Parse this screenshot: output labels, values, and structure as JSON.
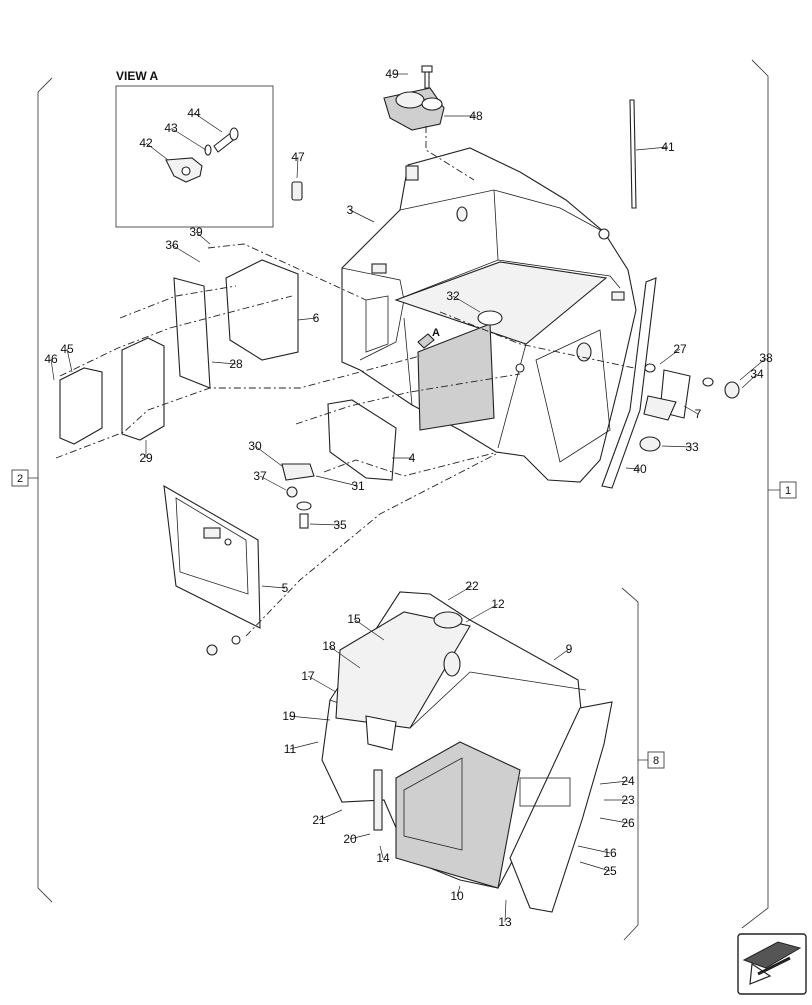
{
  "view_label": "VIEW A",
  "view_marker": "A",
  "group_refs": [
    "1",
    "2",
    "8"
  ],
  "callouts": [
    "49",
    "48",
    "41",
    "47",
    "44",
    "43",
    "42",
    "3",
    "39",
    "36",
    "6",
    "32",
    "27",
    "38",
    "34",
    "7",
    "33",
    "28",
    "29",
    "46",
    "45",
    "4",
    "30",
    "31",
    "37",
    "35",
    "5",
    "40",
    "22",
    "12",
    "15",
    "9",
    "18",
    "17",
    "19",
    "11",
    "24",
    "23",
    "26",
    "16",
    "25",
    "21",
    "20",
    "14",
    "10",
    "13"
  ],
  "nav_icon": "exit-arrow-icon"
}
